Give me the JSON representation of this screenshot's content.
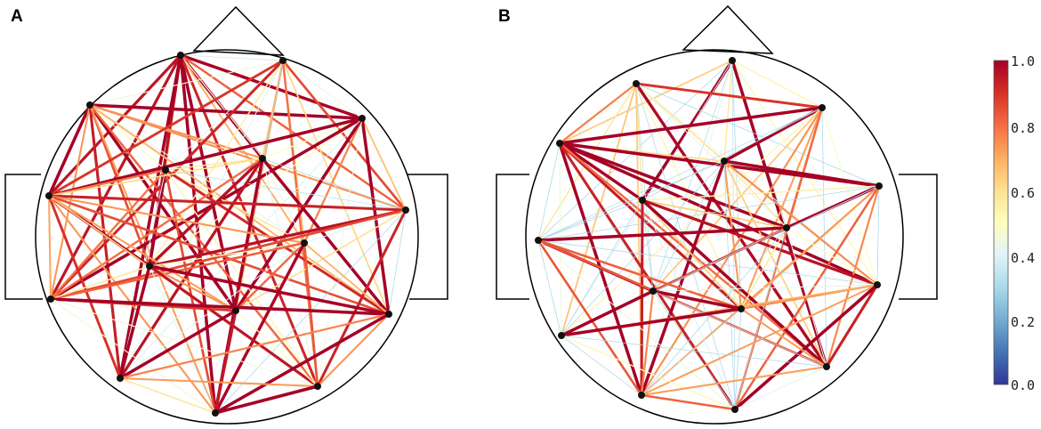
{
  "panels": [
    {
      "label": "A"
    },
    {
      "label": "B"
    }
  ],
  "colorbar": {
    "ticks": [
      "1.0",
      "0.8",
      "0.6",
      "0.4",
      "0.2",
      "0.0"
    ],
    "colors": [
      "#313695",
      "#4575b4",
      "#74add1",
      "#abd9e9",
      "#e0f3f8",
      "#ffffbf",
      "#fee090",
      "#fdae61",
      "#f46d43",
      "#d73027",
      "#a50026"
    ]
  }
}
